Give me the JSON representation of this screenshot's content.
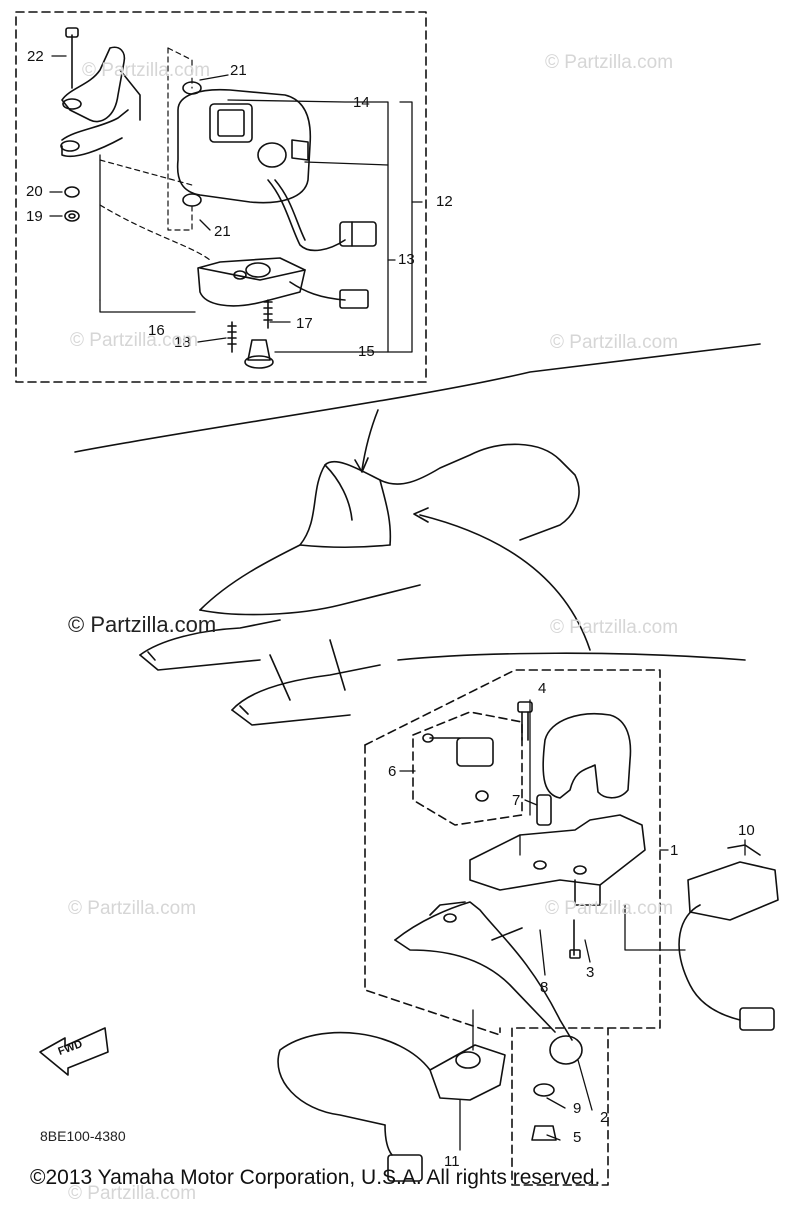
{
  "diagram": {
    "part_labels": {
      "p1": "1",
      "p2": "2",
      "p3": "3",
      "p4": "4",
      "p5": "5",
      "p6": "6",
      "p7": "7",
      "p8": "8",
      "p9": "9",
      "p10": "10",
      "p11": "11",
      "p12": "12",
      "p13": "13",
      "p14": "14",
      "p15": "15",
      "p16": "16",
      "p17": "17",
      "p18": "18",
      "p19": "19",
      "p20": "20",
      "p21a": "21",
      "p21b": "21",
      "p22": "22"
    },
    "watermarks": {
      "w1": "© Partzilla.com",
      "w2": "© Partzilla.com",
      "w3": "© Partzilla.com",
      "w4": "© Partzilla.com",
      "w5": "© Partzilla.com",
      "w6": "© Partzilla.com",
      "w7": "© Partzilla.com",
      "w8": "© Partzilla.com"
    },
    "main_watermark": "© Partzilla.com",
    "fwd_label": "FWD",
    "diagram_code": "8BE100-4380",
    "copyright": "©2013 Yamaha Motor Corporation, U.S.A. All rights reserved."
  }
}
